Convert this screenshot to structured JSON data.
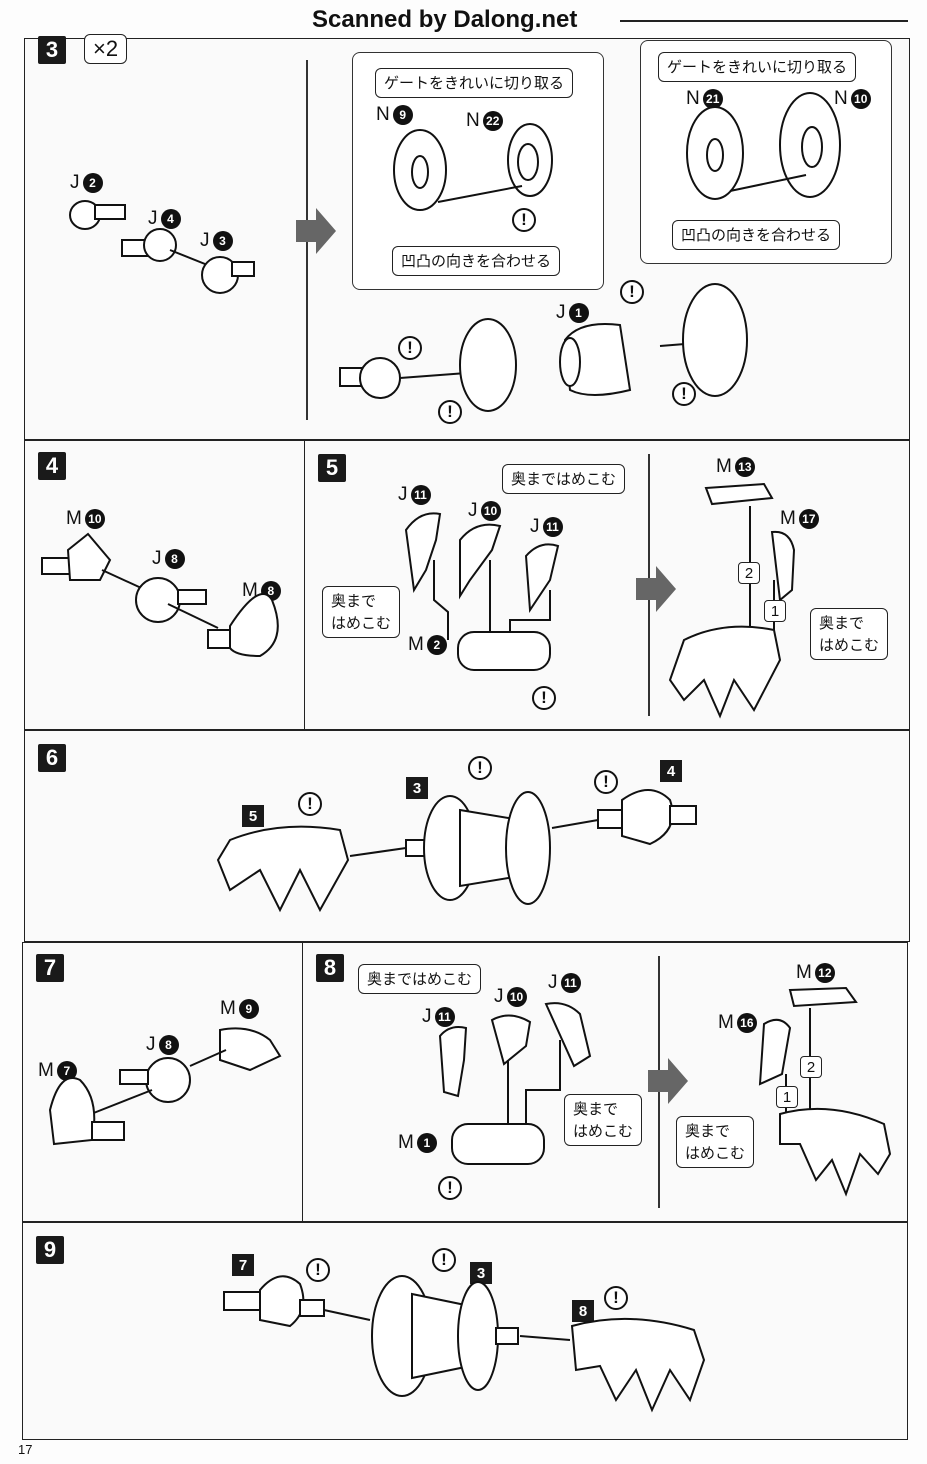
{
  "watermark": "Scanned by Dalong.net",
  "page_number": "17",
  "steps": {
    "s3": {
      "number": "3",
      "multiplier": "×2",
      "parts": [
        {
          "l": "J",
          "n": "2"
        },
        {
          "l": "J",
          "n": "4"
        },
        {
          "l": "J",
          "n": "3"
        },
        {
          "l": "N",
          "n": "9"
        },
        {
          "l": "N",
          "n": "22"
        },
        {
          "l": "N",
          "n": "21"
        },
        {
          "l": "N",
          "n": "10"
        },
        {
          "l": "J",
          "n": "1"
        }
      ],
      "notes": [
        "ゲートをきれいに切り取る",
        "凹凸の向きを合わせる",
        "ゲートをきれいに切り取る",
        "凹凸の向きを合わせる"
      ],
      "warning": "!"
    },
    "s4": {
      "number": "4",
      "parts": [
        {
          "l": "M",
          "n": "10"
        },
        {
          "l": "J",
          "n": "8"
        },
        {
          "l": "M",
          "n": "8"
        }
      ]
    },
    "s5": {
      "number": "5",
      "parts": [
        {
          "l": "J",
          "n": "11"
        },
        {
          "l": "J",
          "n": "10"
        },
        {
          "l": "J",
          "n": "11"
        },
        {
          "l": "M",
          "n": "2"
        },
        {
          "l": "M",
          "n": "13"
        },
        {
          "l": "M",
          "n": "17"
        }
      ],
      "notes": [
        "奥まではめこむ",
        "奥まで\nはめこむ",
        "奥まで\nはめこむ"
      ],
      "order": [
        "2",
        "1"
      ]
    },
    "s6": {
      "number": "6",
      "refs": [
        "5",
        "3",
        "4"
      ]
    },
    "s7": {
      "number": "7",
      "parts": [
        {
          "l": "M",
          "n": "9"
        },
        {
          "l": "J",
          "n": "8"
        },
        {
          "l": "M",
          "n": "7"
        }
      ]
    },
    "s8": {
      "number": "8",
      "parts": [
        {
          "l": "J",
          "n": "10"
        },
        {
          "l": "J",
          "n": "11"
        },
        {
          "l": "J",
          "n": "11"
        },
        {
          "l": "M",
          "n": "1"
        },
        {
          "l": "M",
          "n": "12"
        },
        {
          "l": "M",
          "n": "16"
        }
      ],
      "notes": [
        "奥まではめこむ",
        "奥まで\nはめこむ",
        "奥まで\nはめこむ"
      ],
      "order": [
        "2",
        "1"
      ]
    },
    "s9": {
      "number": "9",
      "refs": [
        "7",
        "3",
        "8"
      ]
    }
  }
}
